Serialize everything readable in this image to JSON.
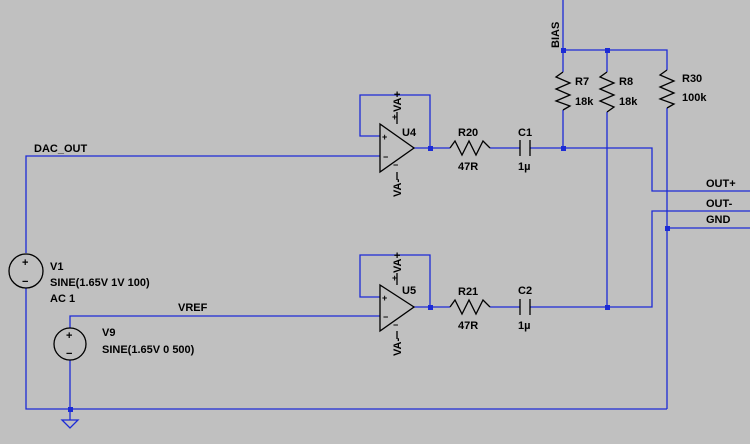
{
  "nets": {
    "dac_out": "DAC_OUT",
    "vref": "VREF",
    "bias": "BIAS",
    "out_plus": "OUT+",
    "out_minus": "OUT-",
    "gnd": "GND"
  },
  "components": {
    "u4": {
      "name": "U4",
      "pos_supply": "VA+",
      "neg_supply": "VA-"
    },
    "u5": {
      "name": "U5",
      "pos_supply": "VA+",
      "neg_supply": "VA-"
    },
    "r20": {
      "name": "R20",
      "value": "47R"
    },
    "r21": {
      "name": "R21",
      "value": "47R"
    },
    "c1": {
      "name": "C1",
      "value": "1µ"
    },
    "c2": {
      "name": "C2",
      "value": "1µ"
    },
    "r7": {
      "name": "R7",
      "value": "18k"
    },
    "r8": {
      "name": "R8",
      "value": "18k"
    },
    "r30": {
      "name": "R30",
      "value": "100k"
    },
    "v1": {
      "name": "V1",
      "value": "SINE(1.65V 1V 100)",
      "ac": "AC 1"
    },
    "v9": {
      "name": "V9",
      "value": "SINE(1.65V 0 500)"
    }
  },
  "colors": {
    "background": "#c0c0c0",
    "wire": "#1c2bd6",
    "symbol": "#000000"
  }
}
